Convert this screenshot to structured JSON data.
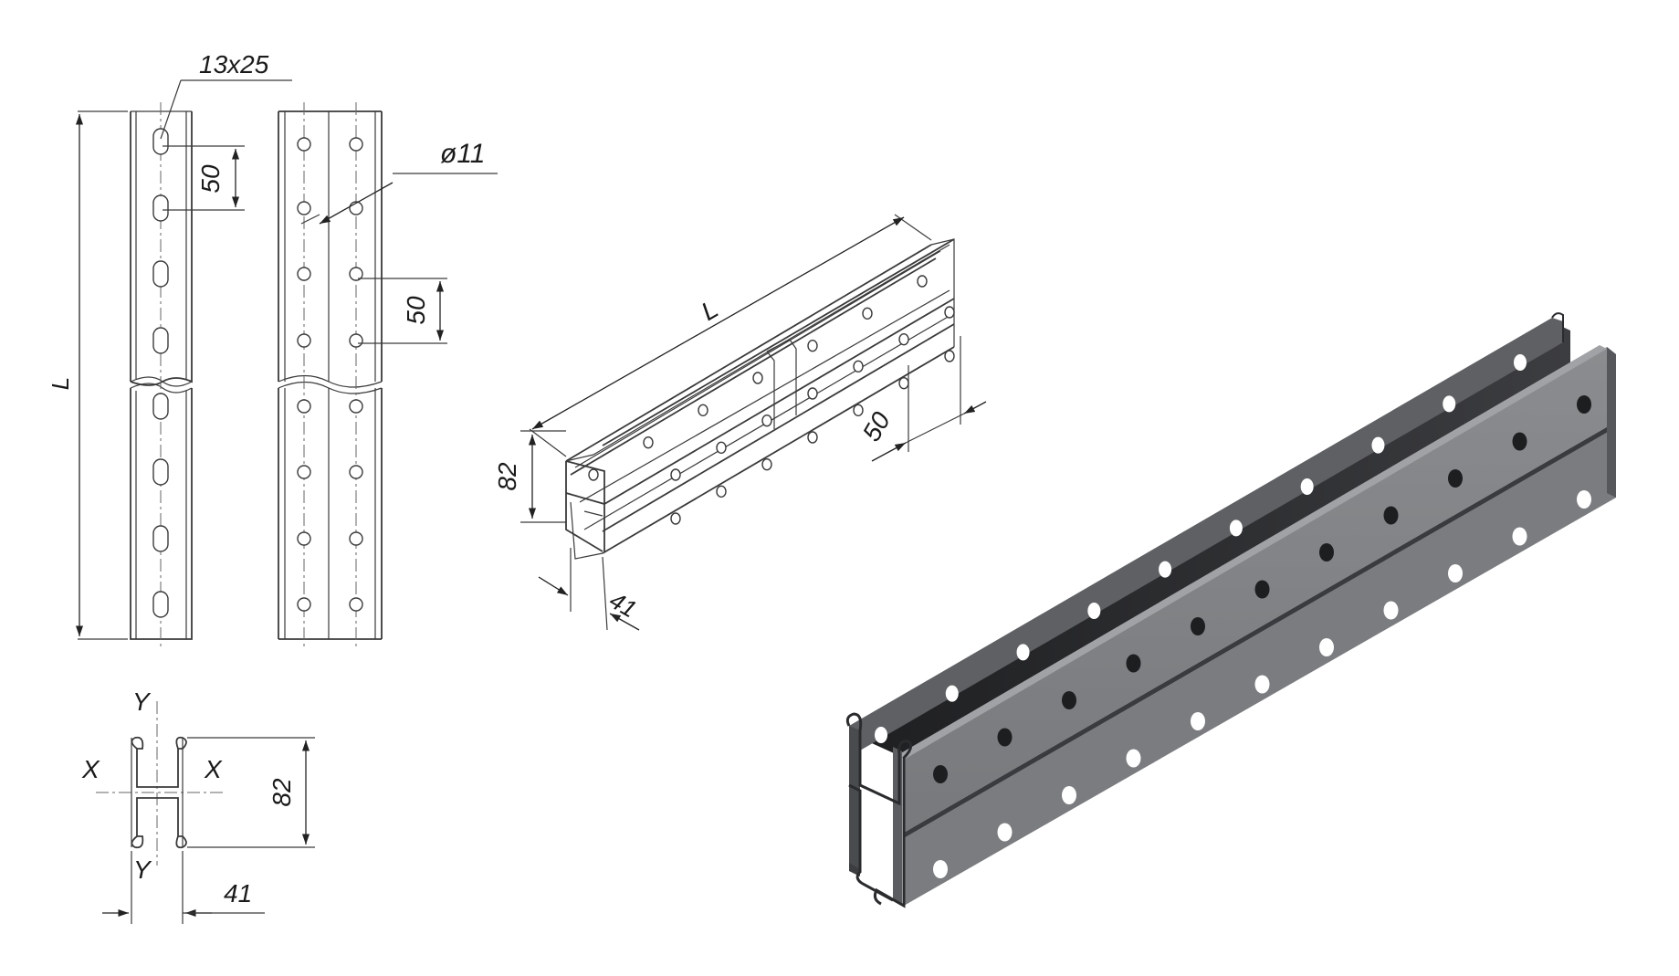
{
  "dimensions": {
    "slot_size": "13x25",
    "hole_diameter": "ø11",
    "pitch": "50",
    "length": "L",
    "height": "82",
    "width": "41",
    "axis_x": "X",
    "axis_y": "Y"
  },
  "colors": {
    "line": "#3a3a3a",
    "steel_face": "#808285",
    "steel_top": "#6a6c6f",
    "steel_dark": "#2e2f31",
    "steel_edge": "#9a9c9f"
  }
}
